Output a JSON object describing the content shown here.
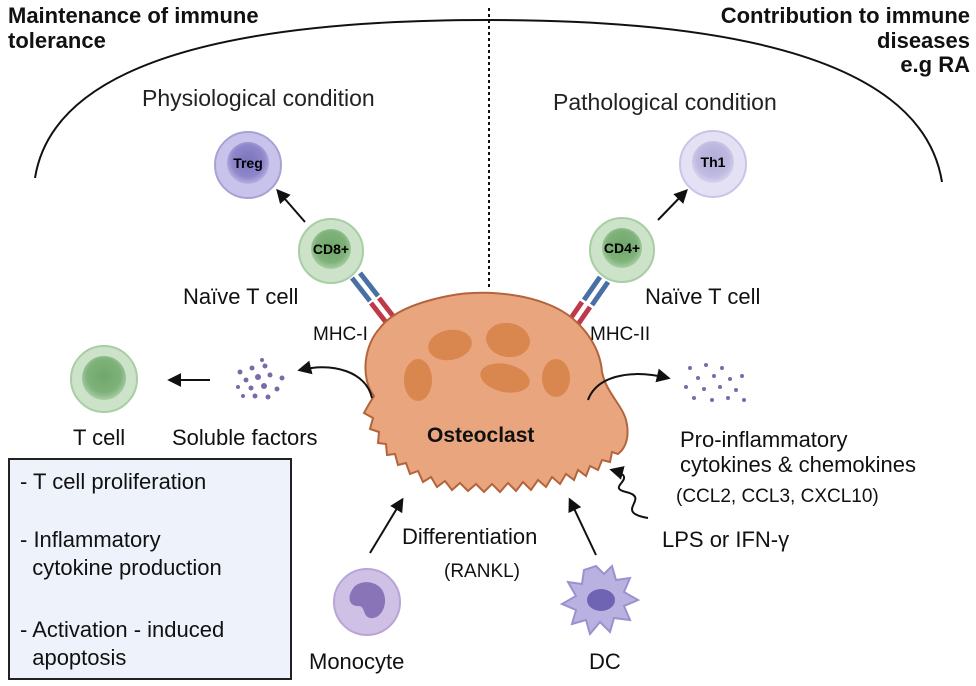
{
  "left_header": [
    "Maintenance of immune",
    "tolerance"
  ],
  "right_header": [
    "Contribution to immune",
    "diseases",
    "e.g RA"
  ],
  "left_condition": "Physiological condition",
  "right_condition": "Pathological condition",
  "cells": {
    "treg": "Treg",
    "th1": "Th1",
    "cd8": "CD8+",
    "cd4": "CD4+"
  },
  "labels": {
    "naive_left": "Naïve T cell",
    "naive_right": "Naïve T cell",
    "mhc1": "MHC-I",
    "mhc2": "MHC-II",
    "tcell": "T cell",
    "soluble": "Soluble factors",
    "osteoclast": "Osteoclast",
    "proinflam": [
      "Pro-inflammatory",
      "cytokines & chemokines"
    ],
    "chemokines": "(CCL2, CCL3, CXCL10)",
    "lps": "LPS or IFN-γ",
    "differentiation": "Differentiation",
    "rankl": "(RANKL)",
    "monocyte": "Monocyte",
    "dc": "DC"
  },
  "effects_box": {
    "items": [
      [
        "- T cell proliferation"
      ],
      [
        "- Inflammatory",
        "  cytokine production"
      ],
      [
        "- Activation - induced",
        "  apoptosis"
      ]
    ],
    "arrow_color": "#a3202a"
  },
  "colors": {
    "osteoclast_fill": "#e8a57e",
    "osteoclast_stroke": "#b4643d",
    "nucleus": "#d9864f",
    "tcell_green": "#8fbf8a",
    "treg_purple": "#8f86c9",
    "monocyte_purple": "#b9a6d9"
  }
}
